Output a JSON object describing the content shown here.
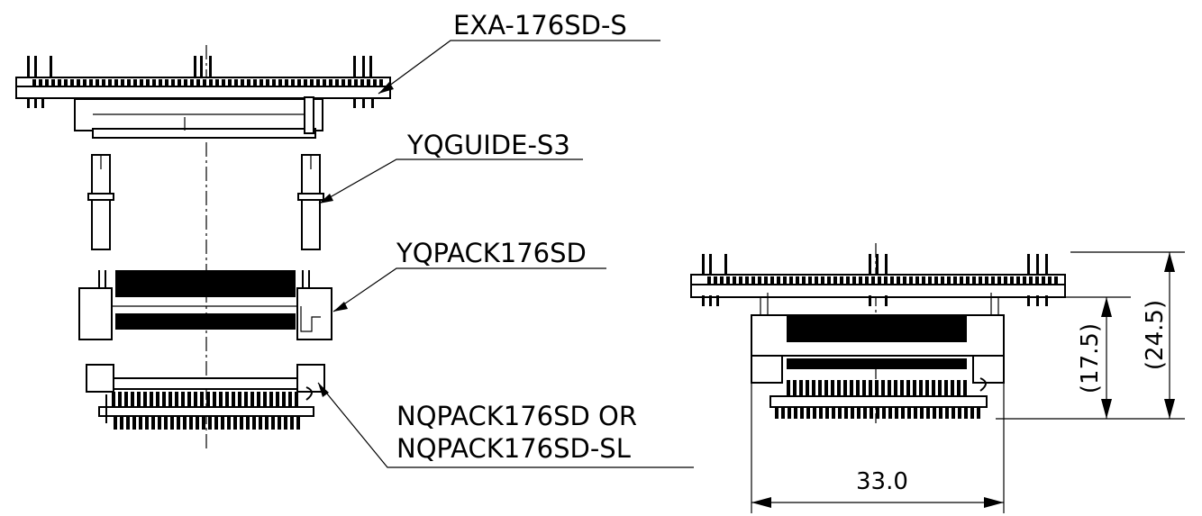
{
  "labels": {
    "adapter": "EXA-176SD-S",
    "guide": "YQGUIDE-S3",
    "pack": "YQPACK176SD",
    "socket_line1": "NQPACK176SD OR",
    "socket_line2": "NQPACK176SD-SL"
  },
  "dimensions": {
    "width": "33.0",
    "inner_height": "(17.5)",
    "total_height": "(24.5)"
  }
}
